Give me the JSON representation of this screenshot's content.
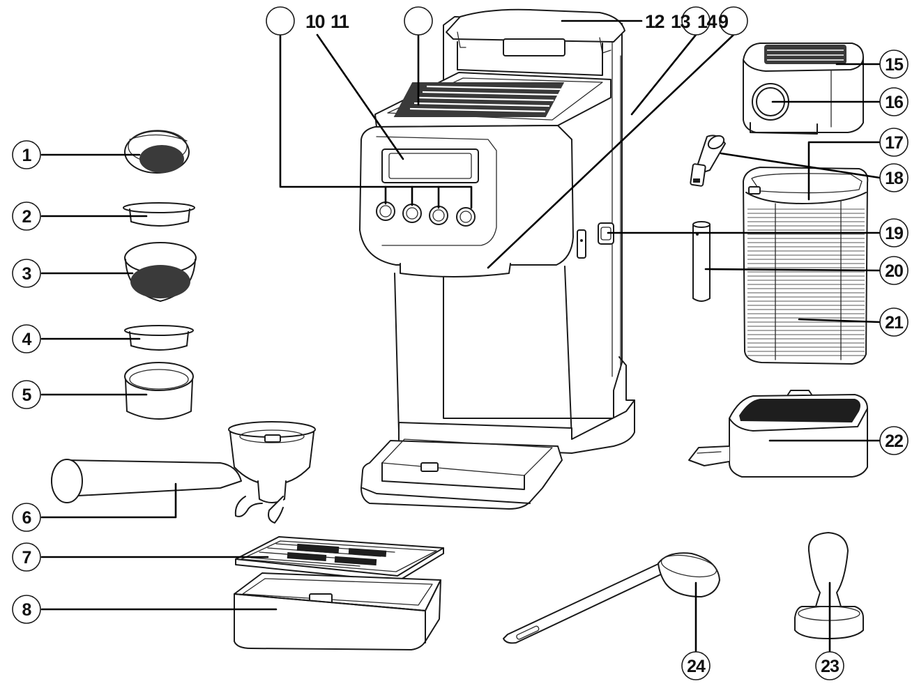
{
  "figure": {
    "callouts": [
      {
        "id": "1",
        "label": "1"
      },
      {
        "id": "2",
        "label": "2"
      },
      {
        "id": "3",
        "label": "3"
      },
      {
        "id": "4",
        "label": "4"
      },
      {
        "id": "5",
        "label": "5"
      },
      {
        "id": "6",
        "label": "6"
      },
      {
        "id": "7",
        "label": "7"
      },
      {
        "id": "8",
        "label": "8"
      },
      {
        "id": "15",
        "label": "15"
      },
      {
        "id": "16",
        "label": "16"
      },
      {
        "id": "17",
        "label": "17"
      },
      {
        "id": "18",
        "label": "18"
      },
      {
        "id": "19",
        "label": "19"
      },
      {
        "id": "20",
        "label": "20"
      },
      {
        "id": "21",
        "label": "21"
      },
      {
        "id": "22",
        "label": "22"
      },
      {
        "id": "23",
        "label": "23"
      },
      {
        "id": "24",
        "label": "24"
      }
    ],
    "top_labels": {
      "a": "10",
      "b": "11",
      "c": "12",
      "d": "13",
      "e": "14",
      "f": "9"
    },
    "empty_circles": 4
  }
}
